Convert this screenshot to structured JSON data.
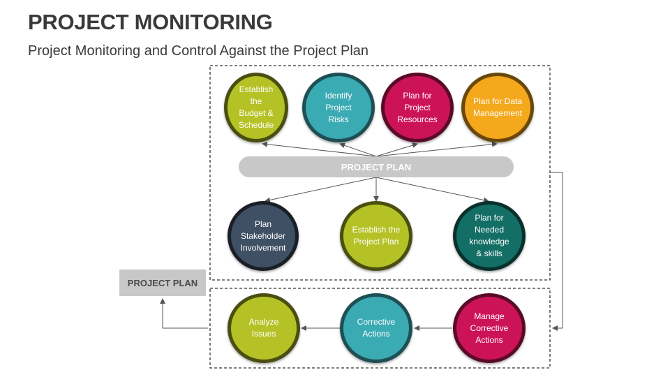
{
  "header": {
    "title": "PROJECT MONITORING",
    "subtitle": "Project Monitoring and Control Against the Project Plan"
  },
  "diagram": {
    "center_bar_label": "PROJECT PLAN",
    "output_box_label": "PROJECT PLAN",
    "top_row": [
      {
        "label": "Establish the\nBudget &\nSchedule",
        "color": "#b5c225",
        "border": "#4a4f10"
      },
      {
        "label": "Identify\nProject\nRisks",
        "color": "#3aaab3",
        "border": "#1d4f54"
      },
      {
        "label": "Plan for\nProject\nResources",
        "color": "#cd1357",
        "border": "#5a0a27"
      },
      {
        "label": "Plan for Data\nManagement",
        "color": "#f4a81c",
        "border": "#6a470a"
      }
    ],
    "middle_row": [
      {
        "label": "Plan\nStakeholder\nInvolvement",
        "color": "#3f5064",
        "border": "#1a1f27"
      },
      {
        "label": "Establish the\nProject Plan",
        "color": "#b5c225",
        "border": "#4a4f10"
      },
      {
        "label": "Plan for\nNeeded\nknowledge\n& skills",
        "color": "#136e66",
        "border": "#0a302c"
      }
    ],
    "bottom_row": [
      {
        "label": "Analyze\nIssues",
        "color": "#b5c225",
        "border": "#4a4f10"
      },
      {
        "label": "Corrective\nActions",
        "color": "#3aaab3",
        "border": "#1d4f54"
      },
      {
        "label": "Manage\nCorrective\nActions",
        "color": "#cd1357",
        "border": "#5a0a27"
      }
    ]
  }
}
